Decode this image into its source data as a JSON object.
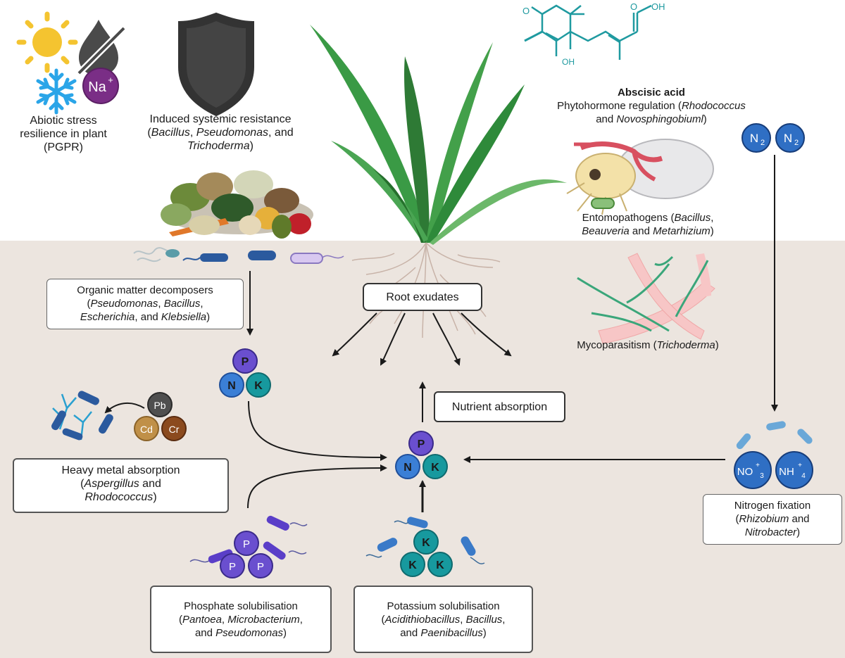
{
  "colors": {
    "soil": "#ece5df",
    "npk_p": "#6a4fcf",
    "npk_n": "#3b7fd6",
    "npk_k": "#17999e",
    "nitrogen": "#2f6fc4",
    "plant": "#2e8a3a",
    "mycelium": "#3aa67a",
    "root": "#f7c6c6"
  },
  "labels": {
    "abiotic": {
      "l1": "Abiotic stress",
      "l2": "resilience in plant",
      "l3": "(PGPR)"
    },
    "isr": {
      "l1": "Induced systemic resistance",
      "p1": "(",
      "g1": "Bacillus",
      "s1": ", ",
      "g2": "Pseudomonas",
      "s2": ", and",
      "g3": "Trichoderma",
      "s3": ")"
    },
    "abscisic": {
      "title": "Abscisic acid",
      "l2": "Phytohormone regulation (",
      "g1": "Rhodococcus",
      "l3": "and ",
      "g2": "Novosphingobiuml",
      "e": ")"
    },
    "entomo": {
      "l1": "Entomopathogens (",
      "g1": "Bacillus",
      "s1": ",",
      "g2": "Beauveria",
      "s2": " and ",
      "g3": "Metarhizium",
      "e": ")"
    },
    "myco": {
      "l1": "Mycoparasitism (",
      "g1": "Trichoderma",
      "e": ")"
    },
    "organic": {
      "l1": "Organic matter decomposers",
      "p": "(",
      "g1": "Pseudomonas",
      "s1": ", ",
      "g2": "Bacillus",
      "s2": ",",
      "g3": "Escherichia",
      "s3": ", and ",
      "g4": "Klebsiella",
      "e": ")"
    },
    "root_exudates": "Root exudates",
    "nutrient_absorption": "Nutrient absorption",
    "heavy": {
      "l1": "Heavy metal absorption",
      "p": "(",
      "g1": "Aspergillus",
      "s1": " and",
      "g2": "Rhodococcus",
      "e": ")"
    },
    "phosphate": {
      "l1": "Phosphate solubilisation",
      "p": "(",
      "g1": "Pantoea",
      "s1": ", ",
      "g2": "Microbacterium",
      "s2": ",",
      "s3": "and ",
      "g3": "Pseudomonas",
      "e": ")"
    },
    "potassium": {
      "l1": "Potassium solubilisation",
      "p": "(",
      "g1": "Acidithiobacillus",
      "s1": ", ",
      "g2": "Bacillus",
      "s2": ",",
      "s3": "and ",
      "g3": "Paenibacillus",
      "e": ")"
    },
    "nitrogen": {
      "l1": "Nitrogen fixation",
      "p": "(",
      "g1": "Rhizobium",
      "s1": " and",
      "g2": "Nitrobacter",
      "e": ")"
    }
  },
  "symbols": {
    "na": "Na",
    "na_sup": "+",
    "p": "P",
    "n": "N",
    "k": "K",
    "pb": "Pb",
    "cd": "Cd",
    "cr": "Cr",
    "n2": "N",
    "n2_sub": "2",
    "no3_a": "NO",
    "no3_sup": "+",
    "no3_sub": "3",
    "nh4_a": "NH",
    "nh4_sup": "+",
    "nh4_sub": "4",
    "o": "O",
    "oh": "OH"
  }
}
